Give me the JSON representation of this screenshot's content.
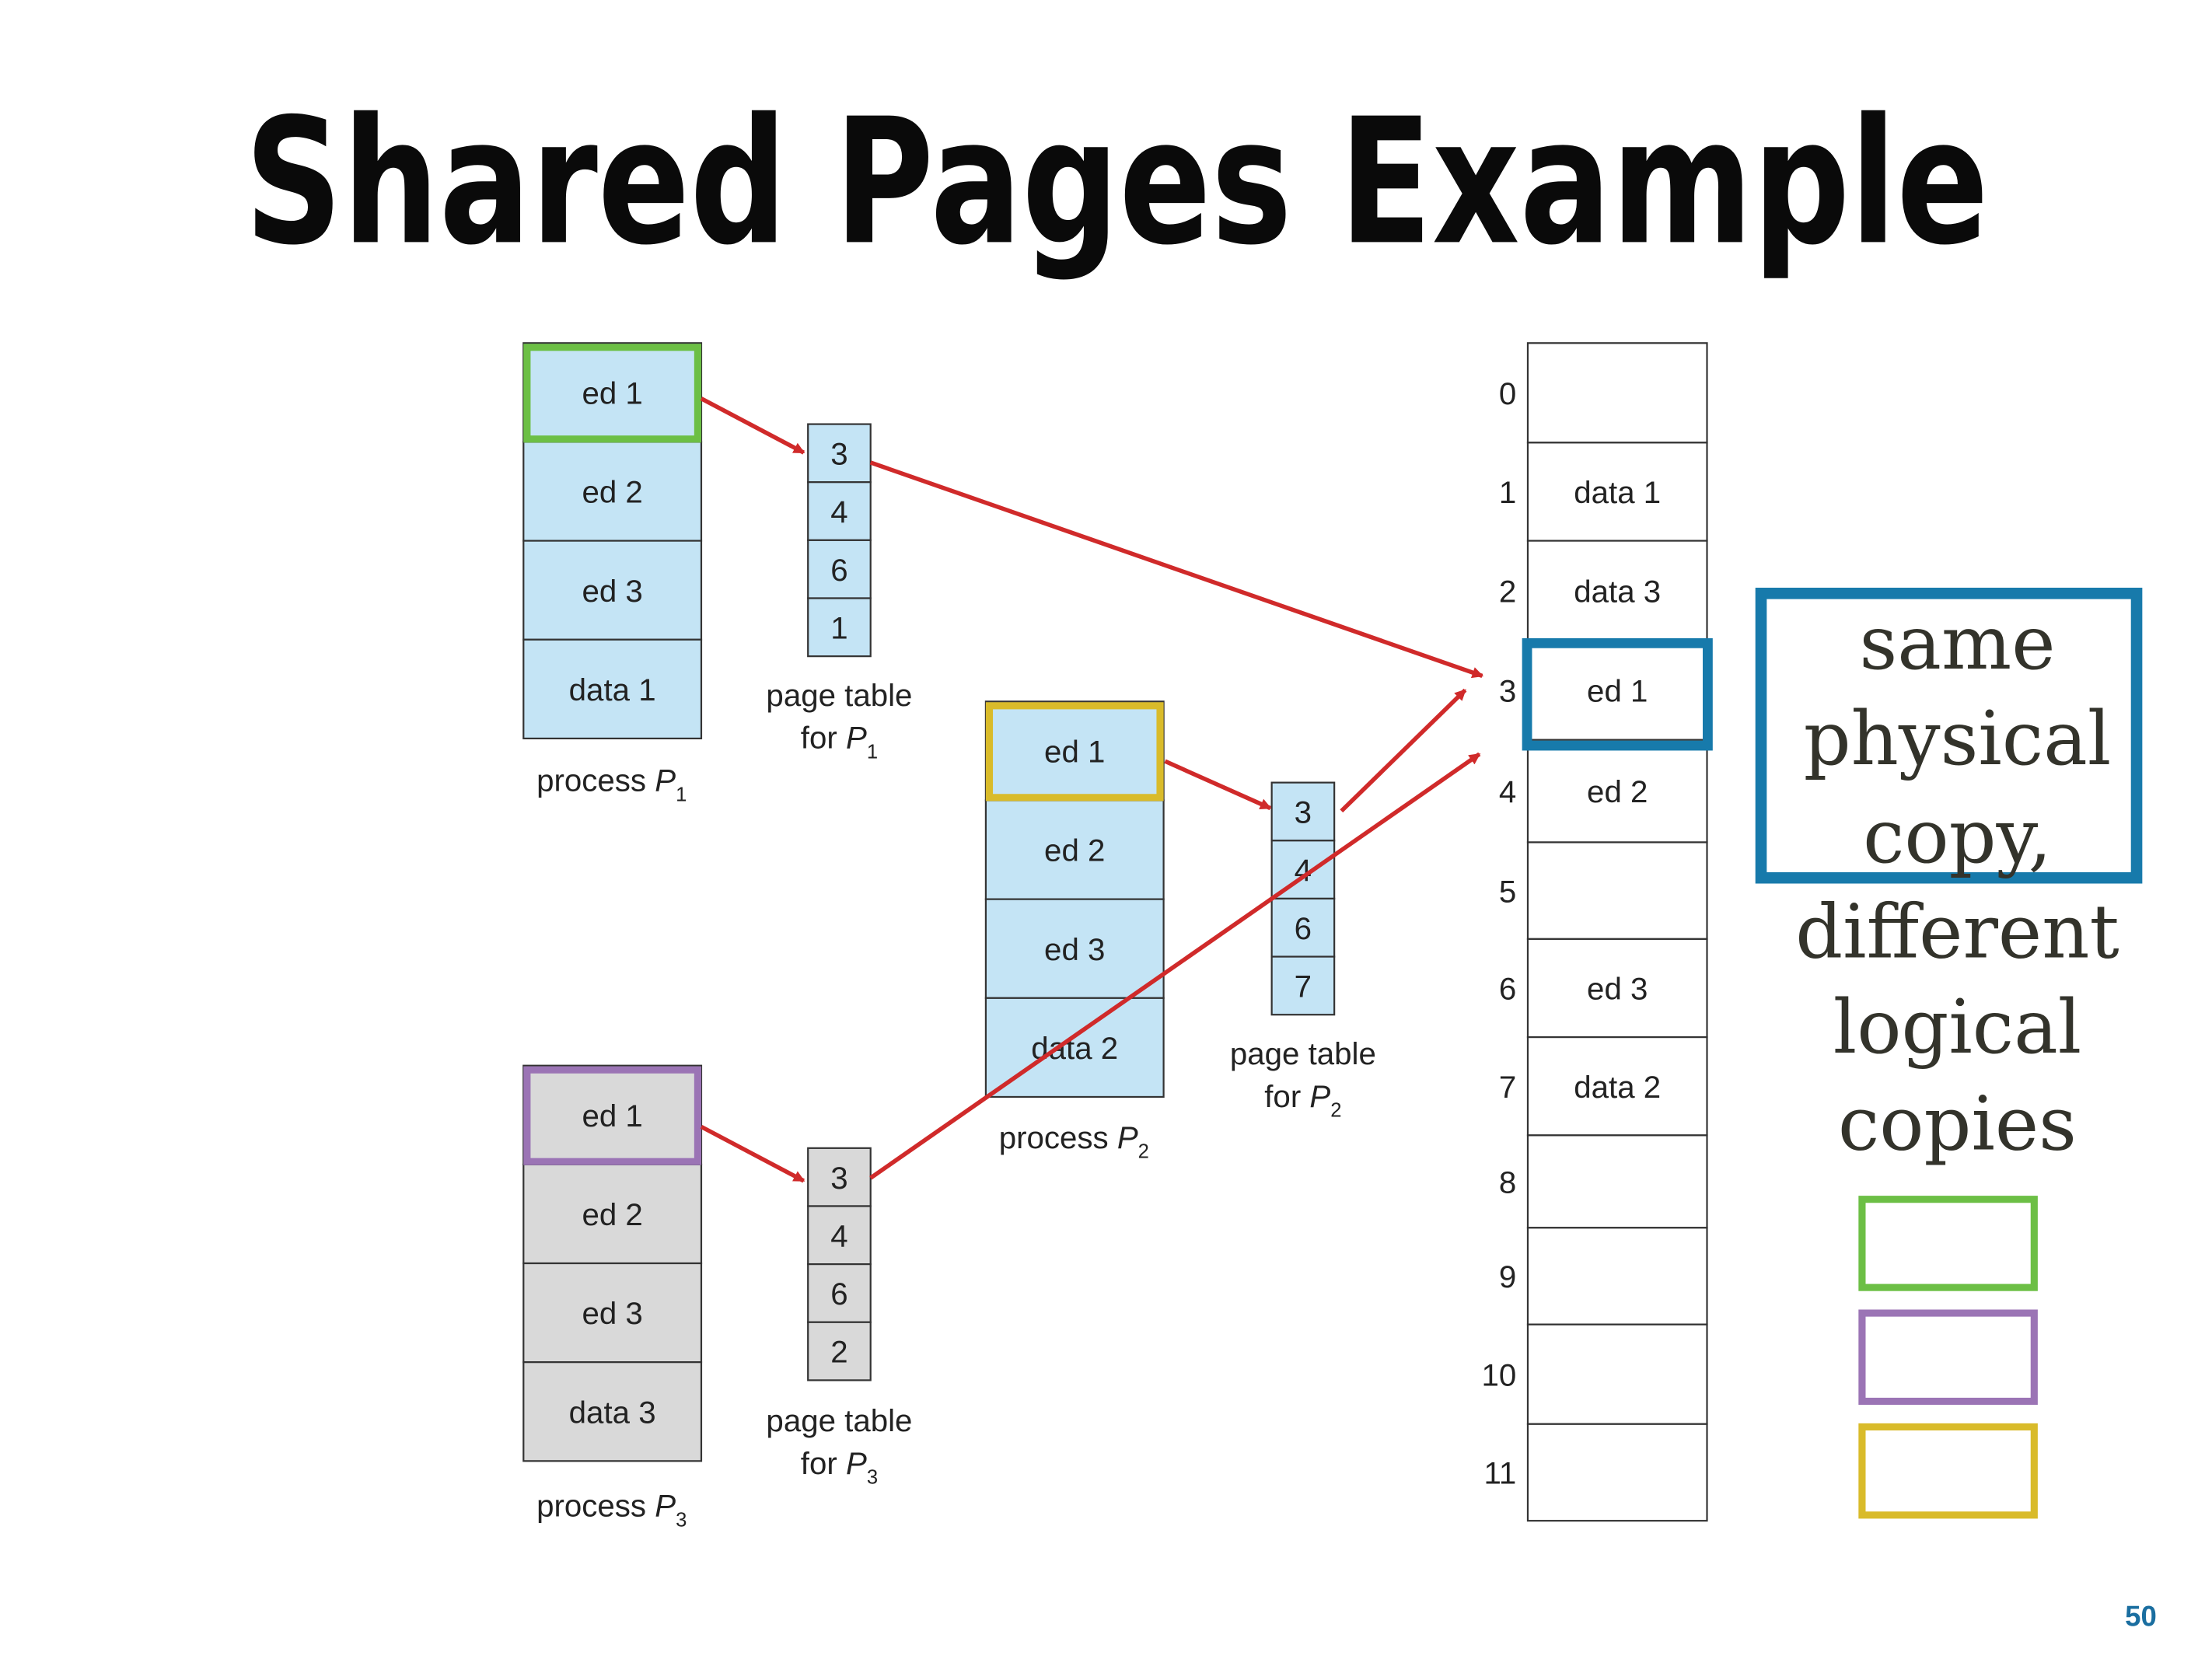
{
  "title": "Shared Pages Example",
  "page_number": "50",
  "colors": {
    "arrow": "#d02a2a",
    "process_fill": "#c4e4f5",
    "process3_fill": "#d9d9d9",
    "highlight_p1": "#6cbf45",
    "highlight_p2": "#d9bb2a",
    "highlight_p3": "#9b74b5",
    "physical_highlight": "#177aab",
    "note_text": "#33332b",
    "page_number": "#1a6ea0"
  },
  "processes": [
    {
      "id": "p1",
      "label": "process ",
      "sub": "1",
      "pages": [
        "ed 1",
        "ed 2",
        "ed 3",
        "data 1"
      ]
    },
    {
      "id": "p2",
      "label": "process ",
      "sub": "2",
      "pages": [
        "ed 1",
        "ed 2",
        "ed 3",
        "data 2"
      ]
    },
    {
      "id": "p3",
      "label": "process ",
      "sub": "3",
      "pages": [
        "ed 1",
        "ed 2",
        "ed 3",
        "data 3"
      ]
    }
  ],
  "page_tables": [
    {
      "id": "pt1",
      "line1": "page table",
      "line2": "for ",
      "sub": "1",
      "entries": [
        "3",
        "4",
        "6",
        "1"
      ]
    },
    {
      "id": "pt2",
      "line1": "page table",
      "line2": "for ",
      "sub": "2",
      "entries": [
        "3",
        "4",
        "6",
        "7"
      ]
    },
    {
      "id": "pt3",
      "line1": "page table",
      "line2": "for ",
      "sub": "3",
      "entries": [
        "3",
        "4",
        "6",
        "2"
      ]
    }
  ],
  "process_symbol": "P",
  "physical_memory": {
    "frames": [
      {
        "index": "0",
        "content": ""
      },
      {
        "index": "1",
        "content": "data 1"
      },
      {
        "index": "2",
        "content": "data 3"
      },
      {
        "index": "3",
        "content": "ed 1"
      },
      {
        "index": "4",
        "content": "ed 2"
      },
      {
        "index": "5",
        "content": ""
      },
      {
        "index": "6",
        "content": "ed 3"
      },
      {
        "index": "7",
        "content": "data 2"
      },
      {
        "index": "8",
        "content": ""
      },
      {
        "index": "9",
        "content": ""
      },
      {
        "index": "10",
        "content": ""
      },
      {
        "index": "11",
        "content": ""
      }
    ],
    "highlighted_frame": 3
  },
  "note": {
    "lines": [
      "same",
      "physical",
      "copy,",
      "different",
      "logical",
      "copies"
    ]
  }
}
